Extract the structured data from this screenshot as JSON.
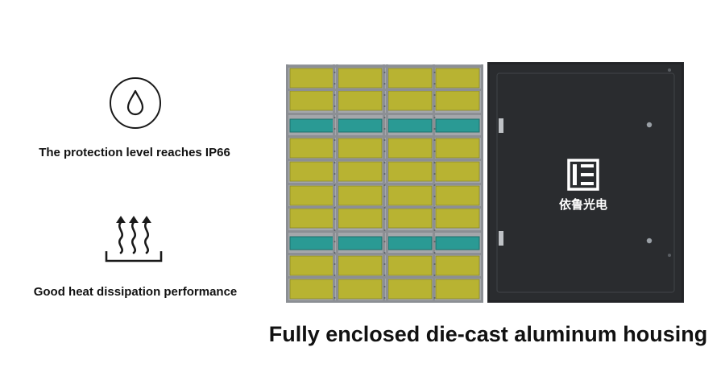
{
  "features": [
    {
      "icon": "water-drop-icon",
      "label": "The protection level reaches IP66"
    },
    {
      "icon": "heat-waves-icon",
      "label": "Good heat dissipation performance"
    }
  ],
  "caption": "Fully enclosed die-cast aluminum housing",
  "logo": {
    "mark": "E",
    "text": "依鲁光电"
  },
  "colors": {
    "module_yellow": "#b8b332",
    "module_teal": "#2a9a94",
    "frame_gray": "#8c8f94",
    "cabinet_black": "#2a2c2f"
  }
}
